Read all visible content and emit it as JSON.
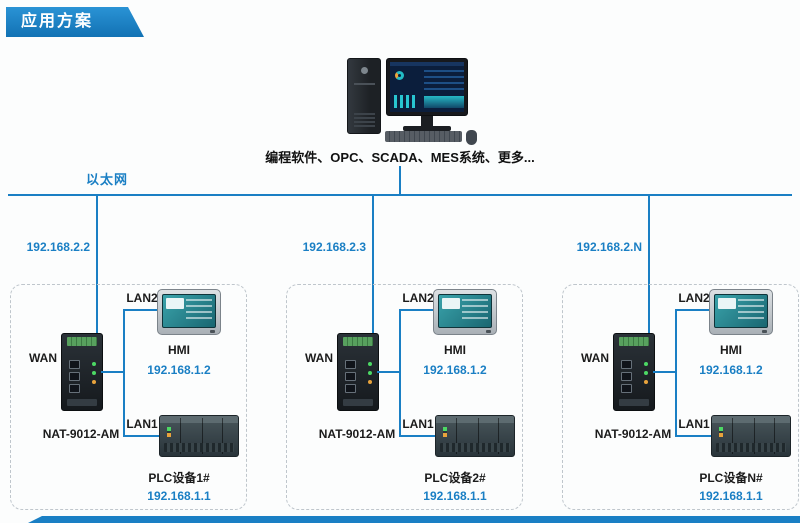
{
  "colors": {
    "accent": "#1a7fc4"
  },
  "banner": {
    "title": "应用方案"
  },
  "computer": {
    "caption": "编程软件、OPC、SCADA、MES系统、更多..."
  },
  "network": {
    "ethernet_label": "以太网"
  },
  "groups": [
    {
      "uplink_ip": "192.168.2.2",
      "wan_label": "WAN",
      "gateway_name": "NAT-9012-AM",
      "lan2_label": "LAN2",
      "lan1_label": "LAN1",
      "hmi_label": "HMI",
      "hmi_ip": "192.168.1.2",
      "plc_label": "PLC设备1#",
      "plc_ip": "192.168.1.1"
    },
    {
      "uplink_ip": "192.168.2.3",
      "wan_label": "WAN",
      "gateway_name": "NAT-9012-AM",
      "lan2_label": "LAN2",
      "lan1_label": "LAN1",
      "hmi_label": "HMI",
      "hmi_ip": "192.168.1.2",
      "plc_label": "PLC设备2#",
      "plc_ip": "192.168.1.1"
    },
    {
      "uplink_ip": "192.168.2.N",
      "wan_label": "WAN",
      "gateway_name": "NAT-9012-AM",
      "lan2_label": "LAN2",
      "lan1_label": "LAN1",
      "hmi_label": "HMI",
      "hmi_ip": "192.168.1.2",
      "plc_label": "PLC设备N#",
      "plc_ip": "192.168.1.1"
    }
  ]
}
